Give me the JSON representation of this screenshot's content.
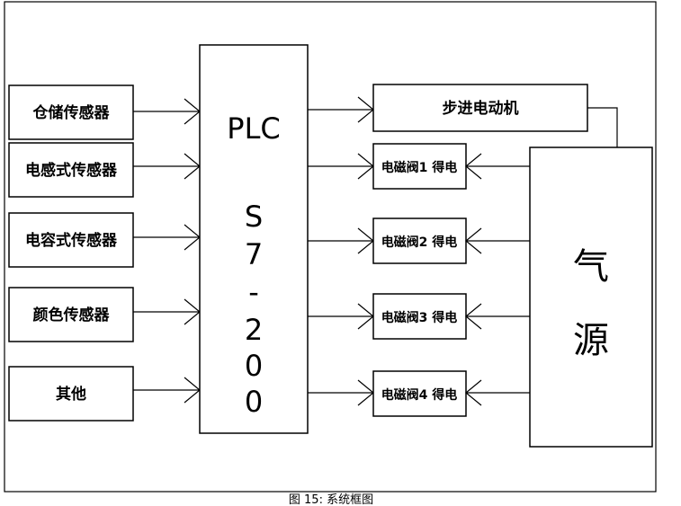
{
  "inputs": [
    {
      "label": "仓储传感器"
    },
    {
      "label": "电感式传感器"
    },
    {
      "label": "电容式传感器"
    },
    {
      "label": "颜色传感器"
    },
    {
      "label": "其他"
    }
  ],
  "plc": {
    "title": "PLC",
    "model_chars": [
      "S",
      "7",
      "-",
      "2",
      "0",
      "0"
    ]
  },
  "motor": {
    "label": "步进电动机"
  },
  "valves": [
    {
      "label": "电磁阀1 得电"
    },
    {
      "label": "电磁阀2 得电"
    },
    {
      "label": "电磁阀3 得电"
    },
    {
      "label": "电磁阀4 得电"
    }
  ],
  "air_source": {
    "chars": [
      "气",
      "源"
    ]
  },
  "caption": "图 15: 系统框图"
}
